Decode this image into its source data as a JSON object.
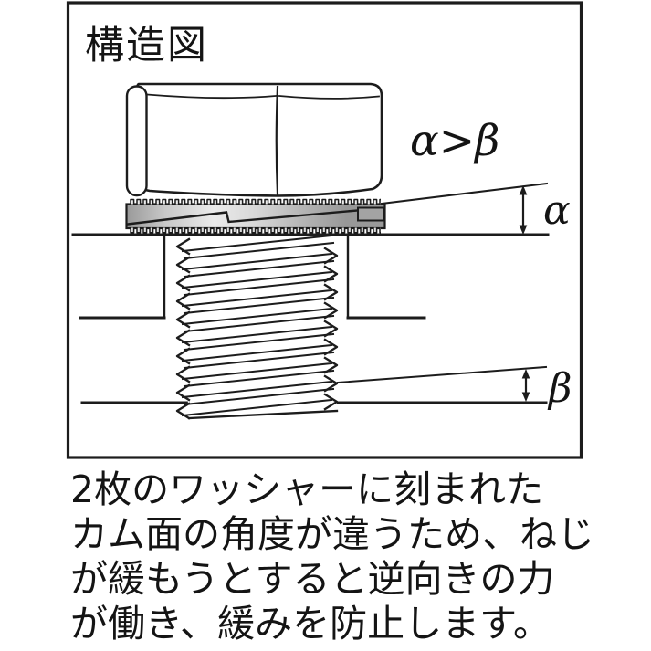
{
  "diagram": {
    "title": "構造図",
    "labels": {
      "relation": "α>β",
      "alpha": "α",
      "beta": "β"
    },
    "colors": {
      "ink": "#1c1c1c",
      "washer_light": "#eaeaea",
      "washer_mid": "#c0c0c0",
      "washer_dark": "#999999",
      "background": "#ffffff"
    }
  },
  "caption": {
    "lines": [
      "2枚のワッシャーに刻まれた",
      "カム面の角度が違うため、ねじ",
      "が緩もうとすると逆向きの力",
      "が働き、緩みを防止します。"
    ]
  }
}
